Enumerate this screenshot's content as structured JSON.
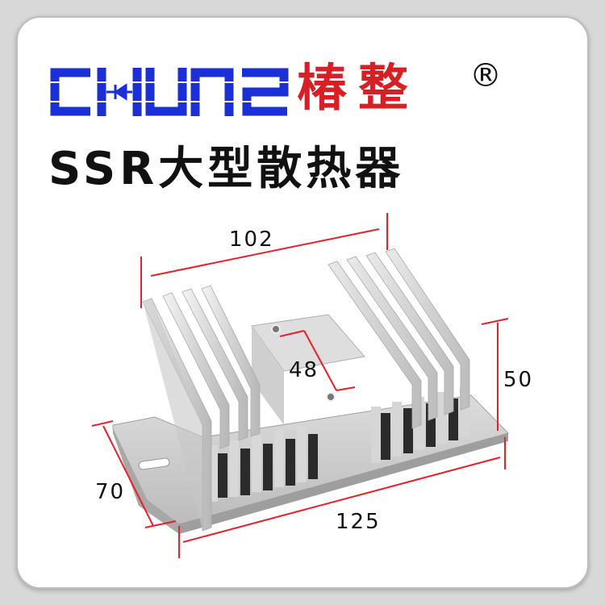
{
  "brand": {
    "logo_text": "CHUNZ",
    "chinese_name": "椿整",
    "registered_mark": "®",
    "logo_color": "#1a2fd6",
    "chinese_color": "#d81f26"
  },
  "product": {
    "title": "SSR大型散热器"
  },
  "dimensions": {
    "top_width": "102",
    "hole_spacing": "48",
    "height": "50",
    "depth": "70",
    "base_length": "125",
    "line_color": "#e8202a"
  }
}
